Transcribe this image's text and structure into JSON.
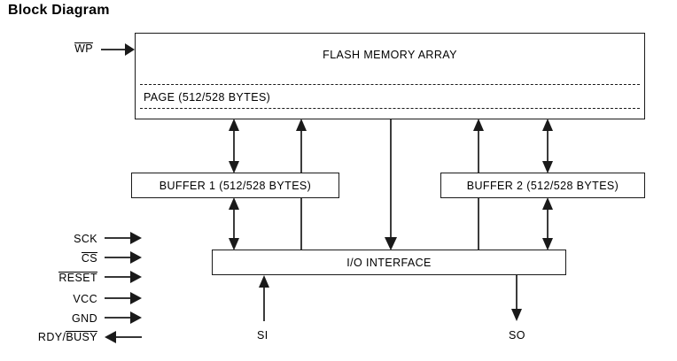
{
  "title": "Block Diagram",
  "blocks": {
    "flash": {
      "label": "FLASH MEMORY ARRAY",
      "page_label": "PAGE (512/528 BYTES)"
    },
    "buffer1": {
      "label": "BUFFER 1 (512/528 BYTES)"
    },
    "buffer2": {
      "label": "BUFFER 2 (512/528 BYTES)"
    },
    "io": {
      "label": "I/O INTERFACE"
    }
  },
  "signals": {
    "wp": {
      "label": "WP",
      "overline": true,
      "direction": "in"
    },
    "left_pins": [
      {
        "label": "SCK",
        "overline": false,
        "direction": "in"
      },
      {
        "label": "CS",
        "overline": true,
        "direction": "in"
      },
      {
        "label": "RESET",
        "overline": true,
        "direction": "in"
      },
      {
        "label": "VCC",
        "overline": false,
        "direction": "in"
      },
      {
        "label": "GND",
        "overline": false,
        "direction": "in"
      },
      {
        "label_plain": "RDY/",
        "label_over": "BUSY",
        "direction": "out"
      }
    ],
    "bottom_pins": [
      {
        "label": "SI",
        "direction": "in"
      },
      {
        "label": "SO",
        "direction": "out"
      }
    ]
  },
  "colors": {
    "line": "#1a1a1a",
    "background": "#ffffff",
    "text": "#000000"
  }
}
